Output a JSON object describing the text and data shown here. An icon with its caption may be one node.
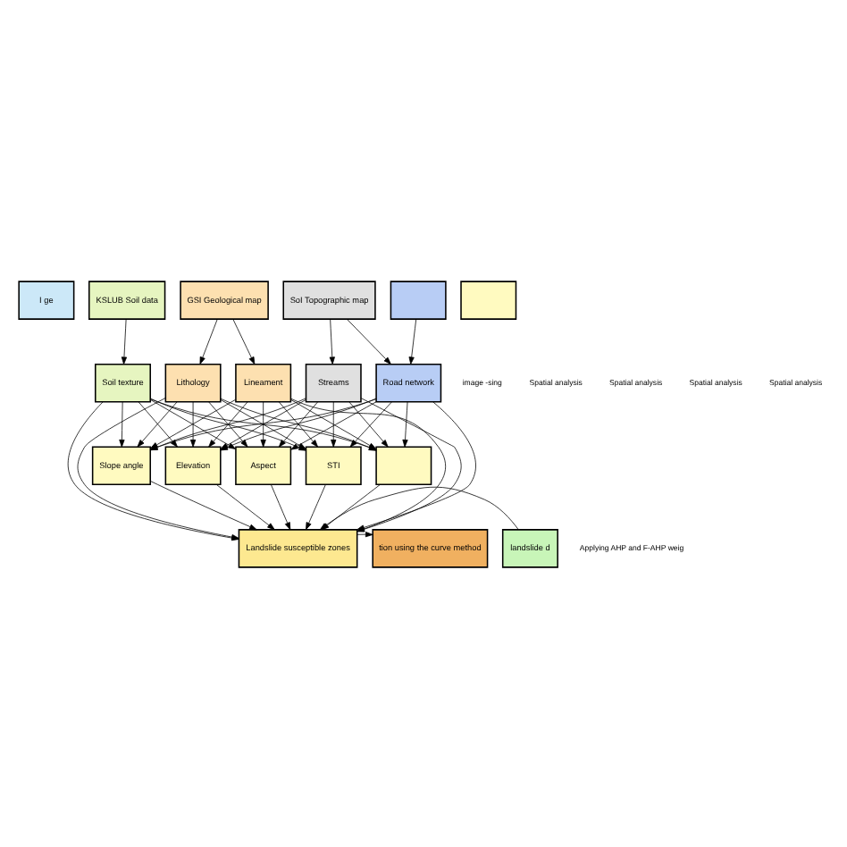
{
  "diagram": {
    "nodes": [
      {
        "text": [
          "I ge"
        ]
      },
      {
        "text": [
          "KSLUB Soil data"
        ]
      },
      {
        "text": [
          "GSI Geological map"
        ]
      },
      {
        "text": [
          "SoI Topographic map"
        ]
      },
      {
        "text": [],
        "shape": "box"
      },
      {
        "text": [],
        "shape": "box"
      },
      {
        "text": [
          "Soil texture"
        ]
      },
      {
        "text": [
          "Streams"
        ]
      },
      {
        "text": [
          "Road network"
        ]
      },
      {
        "text": [
          "Lithology"
        ]
      },
      {
        "text": [
          "Lineament"
        ]
      },
      {
        "text": [
          "Slope angle"
        ]
      },
      {
        "text": [
          "Elevation"
        ]
      },
      {
        "text": [
          "Aspect"
        ]
      },
      {
        "text": [
          "STI"
        ]
      },
      {
        "text": [],
        "shape": "box"
      },
      {
        "text": [
          "tion using the curve method"
        ]
      },
      {
        "text": [
          "Landslide susceptible zones"
        ]
      },
      {
        "text": [
          "landslide d"
        ]
      }
    ],
    "edges": [
      {
        "from": 1,
        "to": 6,
        "arrow": "to"
      },
      {
        "from": 2,
        "to": 9,
        "arrow": "to"
      },
      {
        "from": 2,
        "to": 10,
        "arrow": "to"
      },
      {
        "from": 3,
        "to": 7,
        "arrow": "to"
      },
      {
        "from": 3,
        "to": 8,
        "arrow": "to"
      },
      {
        "from": 4,
        "to": 8,
        "arrow": "to"
      },
      {
        "from": 6,
        "to": 11,
        "arrow": "to"
      },
      {
        "from": 6,
        "to": 12,
        "arrow": "to"
      },
      {
        "from": 6,
        "to": 13,
        "arrow": "to"
      },
      {
        "from": 6,
        "to": 14,
        "arrow": "to"
      },
      {
        "from": 6,
        "to": 15,
        "arrow": "to"
      },
      {
        "from": 9,
        "to": 11,
        "arrow": "to"
      },
      {
        "from": 9,
        "to": 12,
        "arrow": "to"
      },
      {
        "from": 9,
        "to": 13,
        "arrow": "to"
      },
      {
        "from": 9,
        "to": 14,
        "arrow": "to"
      },
      {
        "from": 9,
        "to": 15,
        "arrow": "to"
      },
      {
        "from": 10,
        "to": 11,
        "arrow": "to"
      },
      {
        "from": 10,
        "to": 12,
        "arrow": "to"
      },
      {
        "from": 10,
        "to": 13,
        "arrow": "to"
      },
      {
        "from": 10,
        "to": 14,
        "arrow": "to"
      },
      {
        "from": 10,
        "to": 15,
        "arrow": "to"
      },
      {
        "from": 7,
        "to": 11,
        "arrow": "to"
      },
      {
        "from": 7,
        "to": 12,
        "arrow": "to"
      },
      {
        "from": 7,
        "to": 13,
        "arrow": "to"
      },
      {
        "from": 7,
        "to": 14,
        "arrow": "to"
      },
      {
        "from": 7,
        "to": 15,
        "arrow": "to"
      },
      {
        "from": 8,
        "to": 11,
        "arrow": "to"
      },
      {
        "from": 8,
        "to": 12,
        "arrow": "to"
      },
      {
        "from": 8,
        "to": 13,
        "arrow": "to"
      },
      {
        "from": 8,
        "to": 14,
        "arrow": "to"
      },
      {
        "from": 8,
        "to": 15,
        "arrow": "to"
      },
      {
        "from": 6,
        "to": 17,
        "arrow": "to"
      },
      {
        "from": 9,
        "to": 17,
        "arrow": "to"
      },
      {
        "from": 10,
        "to": 17,
        "arrow": "to"
      },
      {
        "from": 7,
        "to": 17,
        "arrow": "to"
      },
      {
        "from": 8,
        "to": 17,
        "arrow": "to"
      },
      {
        "from": 11,
        "to": 17,
        "arrow": "to"
      },
      {
        "from": 12,
        "to": 17,
        "arrow": "to"
      },
      {
        "from": 13,
        "to": 17,
        "arrow": "to"
      },
      {
        "from": 14,
        "to": 17,
        "arrow": "to"
      },
      {
        "from": 15,
        "to": 17,
        "arrow": "to"
      },
      {
        "from": 17,
        "to": 16,
        "arrow": "to"
      },
      {
        "from": 18,
        "to": 17,
        "arrow": "to"
      }
    ],
    "labels": [
      "image -sing",
      "Spatial analysis",
      "Spatial analysis",
      "Spatial analysis",
      "Spatial analysis",
      "Applying AHP and F-AHP weig"
    ]
  }
}
